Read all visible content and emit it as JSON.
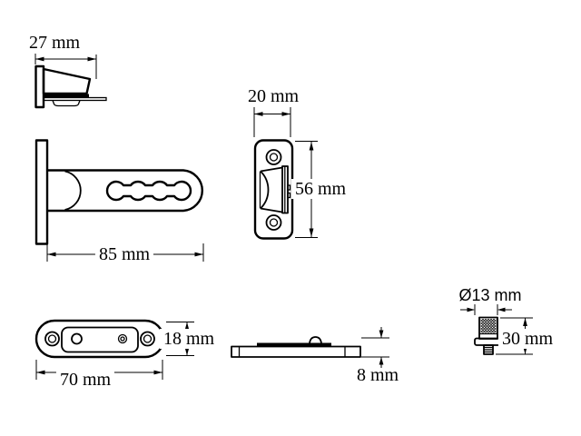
{
  "page": {
    "background": "#ffffff",
    "line_color": "#000000"
  },
  "drawing": {
    "views": {
      "latch_side": {
        "width_label": "27 mm"
      },
      "bracket_top": {
        "length_label": "85 mm"
      },
      "strike_plate_front": {
        "width_label": "20 mm",
        "height_label": "56 mm"
      },
      "base_plate_top": {
        "length_label": "70 mm",
        "width_label": "18 mm"
      },
      "base_plate_side": {
        "thickness_label": "8 mm"
      },
      "knurled_screw": {
        "diameter_label": "Ø13 mm",
        "length_label": "30 mm"
      }
    }
  }
}
